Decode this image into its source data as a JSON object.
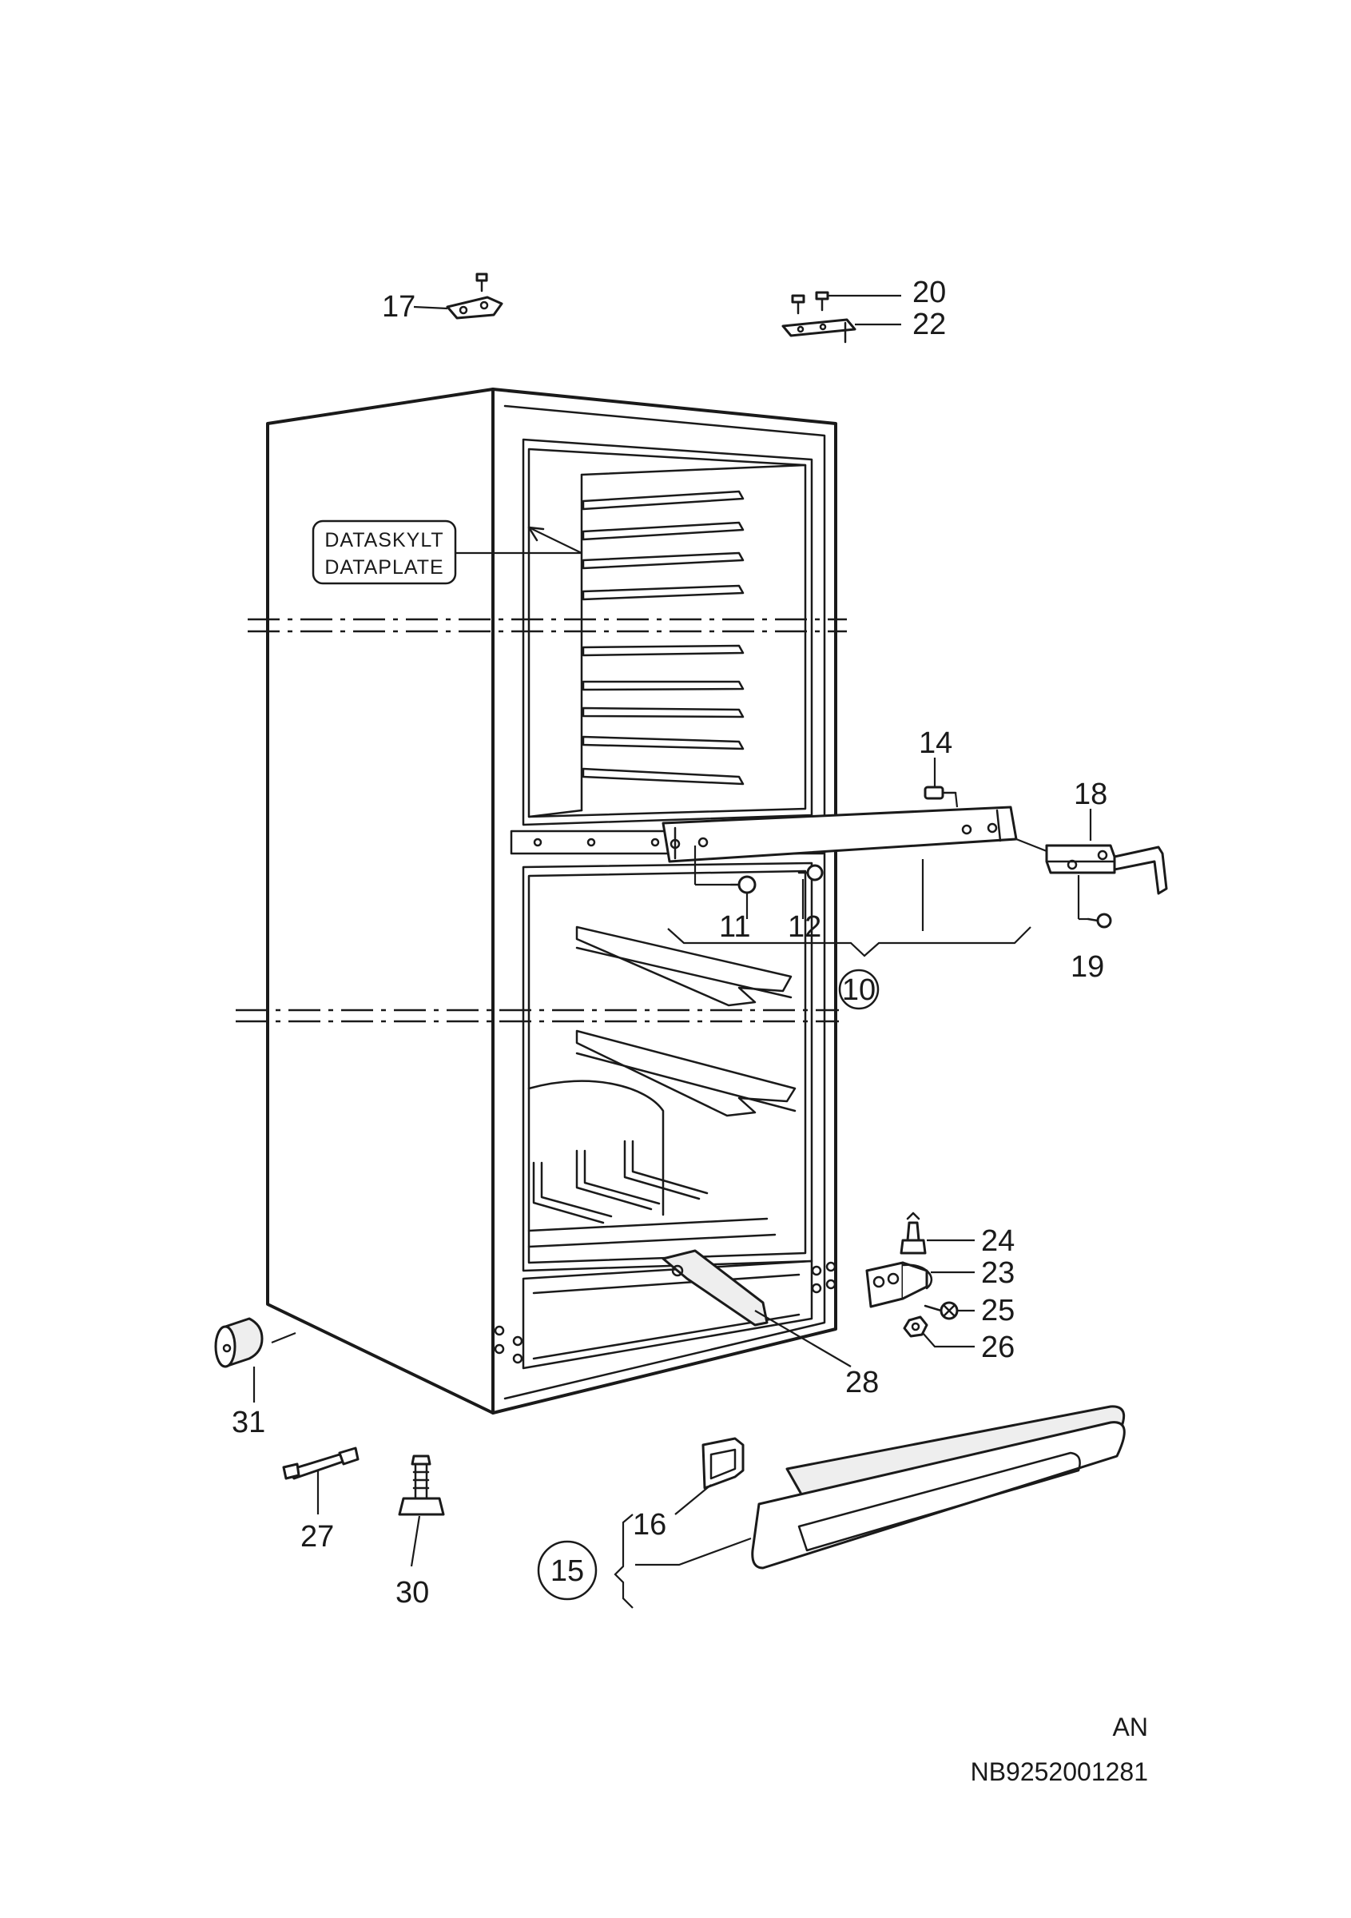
{
  "diagram": {
    "data_plate": {
      "line1": "DATASKYLT",
      "line2": "DATAPLATE"
    },
    "part_labels": {
      "p10": "10",
      "p11": "11",
      "p12": "12",
      "p14": "14",
      "p15": "15",
      "p16": "16",
      "p17": "17",
      "p18": "18",
      "p19": "19",
      "p20": "20",
      "p22": "22",
      "p23": "23",
      "p24": "24",
      "p25": "25",
      "p26": "26",
      "p27": "27",
      "p28": "28",
      "p30": "30",
      "p31": "31"
    },
    "footer": {
      "language": "AN",
      "document_number": "NB9252001281"
    }
  }
}
